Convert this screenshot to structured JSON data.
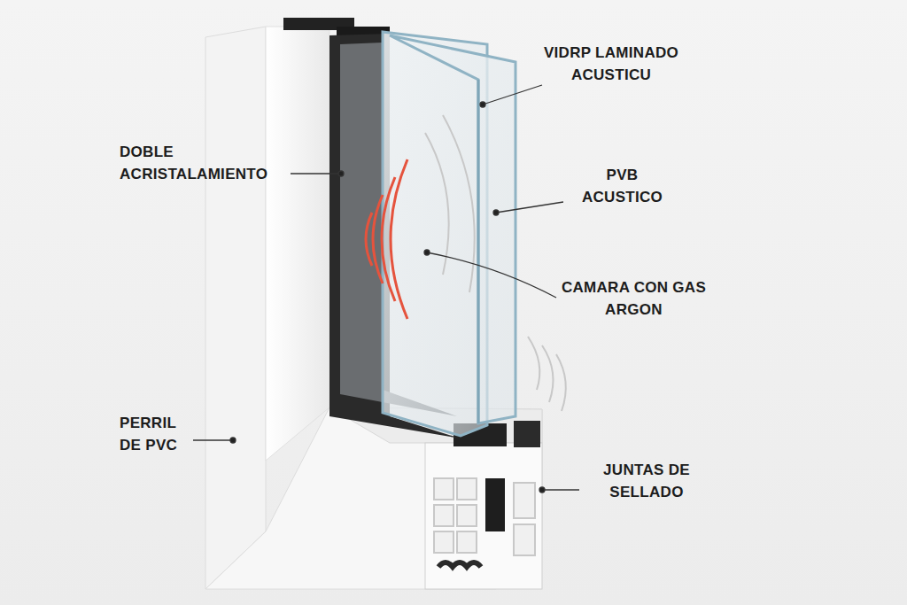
{
  "diagram": {
    "labels": [
      "VIDRP LAMINADO ACUSTICU",
      "DOBLE ACRISTALAMIENTO",
      "PVB ACUSTICO",
      "CAMARA CON GAS ARGON",
      "PERRIL DE PVC",
      "JUNTAS DE SELLADO"
    ]
  }
}
